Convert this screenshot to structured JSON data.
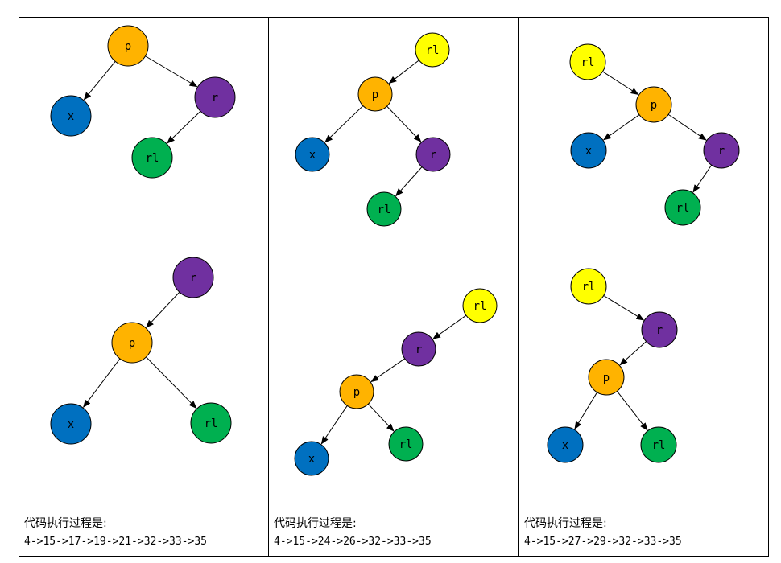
{
  "colors": {
    "p": "#FFB300",
    "x": "#0070C0",
    "r": "#7030A0",
    "rl": "#00B050",
    "rl_top": "#FFFF00"
  },
  "panels": [
    {
      "caption": "代码执行过程是:",
      "sequence": "4->15->17->19->21->32->33->35",
      "trees": [
        {
          "nodes": [
            {
              "id": "p",
              "label": "p",
              "color": "p"
            },
            {
              "id": "x",
              "label": "x",
              "color": "x"
            },
            {
              "id": "r",
              "label": "r",
              "color": "r"
            },
            {
              "id": "rl",
              "label": "rl",
              "color": "rl"
            }
          ],
          "edges": [
            [
              "p",
              "x"
            ],
            [
              "p",
              "r"
            ],
            [
              "r",
              "rl"
            ]
          ]
        },
        {
          "nodes": [
            {
              "id": "r",
              "label": "r",
              "color": "r"
            },
            {
              "id": "p",
              "label": "p",
              "color": "p"
            },
            {
              "id": "x",
              "label": "x",
              "color": "x"
            },
            {
              "id": "rl",
              "label": "rl",
              "color": "rl"
            }
          ],
          "edges": [
            [
              "r",
              "p"
            ],
            [
              "p",
              "x"
            ],
            [
              "p",
              "rl"
            ]
          ]
        }
      ]
    },
    {
      "caption": "代码执行过程是:",
      "sequence": "4->15->24->26->32->33->35",
      "trees": [
        {
          "nodes": [
            {
              "id": "rl_top",
              "label": "rl",
              "color": "rl_top"
            },
            {
              "id": "p",
              "label": "p",
              "color": "p"
            },
            {
              "id": "x",
              "label": "x",
              "color": "x"
            },
            {
              "id": "r",
              "label": "r",
              "color": "r"
            },
            {
              "id": "rl",
              "label": "rl",
              "color": "rl"
            }
          ],
          "edges": [
            [
              "rl_top",
              "p"
            ],
            [
              "p",
              "x"
            ],
            [
              "p",
              "r"
            ],
            [
              "r",
              "rl"
            ]
          ]
        },
        {
          "nodes": [
            {
              "id": "rl_top",
              "label": "rl",
              "color": "rl_top"
            },
            {
              "id": "r",
              "label": "r",
              "color": "r"
            },
            {
              "id": "p",
              "label": "p",
              "color": "p"
            },
            {
              "id": "x",
              "label": "x",
              "color": "x"
            },
            {
              "id": "rl",
              "label": "rl",
              "color": "rl"
            }
          ],
          "edges": [
            [
              "rl_top",
              "r"
            ],
            [
              "r",
              "p"
            ],
            [
              "p",
              "x"
            ],
            [
              "p",
              "rl"
            ]
          ]
        }
      ]
    },
    {
      "caption": "代码执行过程是:",
      "sequence": "4->15->27->29->32->33->35",
      "trees": [
        {
          "nodes": [
            {
              "id": "rl_top",
              "label": "rl",
              "color": "rl_top"
            },
            {
              "id": "p",
              "label": "p",
              "color": "p"
            },
            {
              "id": "x",
              "label": "x",
              "color": "x"
            },
            {
              "id": "r",
              "label": "r",
              "color": "r"
            },
            {
              "id": "rl",
              "label": "rl",
              "color": "rl"
            }
          ],
          "edges": [
            [
              "rl_top",
              "p"
            ],
            [
              "p",
              "x"
            ],
            [
              "p",
              "r"
            ],
            [
              "r",
              "rl"
            ]
          ]
        },
        {
          "nodes": [
            {
              "id": "rl_top",
              "label": "rl",
              "color": "rl_top"
            },
            {
              "id": "r",
              "label": "r",
              "color": "r"
            },
            {
              "id": "p",
              "label": "p",
              "color": "p"
            },
            {
              "id": "x",
              "label": "x",
              "color": "x"
            },
            {
              "id": "rl",
              "label": "rl",
              "color": "rl"
            }
          ],
          "edges": [
            [
              "rl_top",
              "r"
            ],
            [
              "r",
              "p"
            ],
            [
              "p",
              "x"
            ],
            [
              "p",
              "rl"
            ]
          ]
        }
      ]
    }
  ]
}
